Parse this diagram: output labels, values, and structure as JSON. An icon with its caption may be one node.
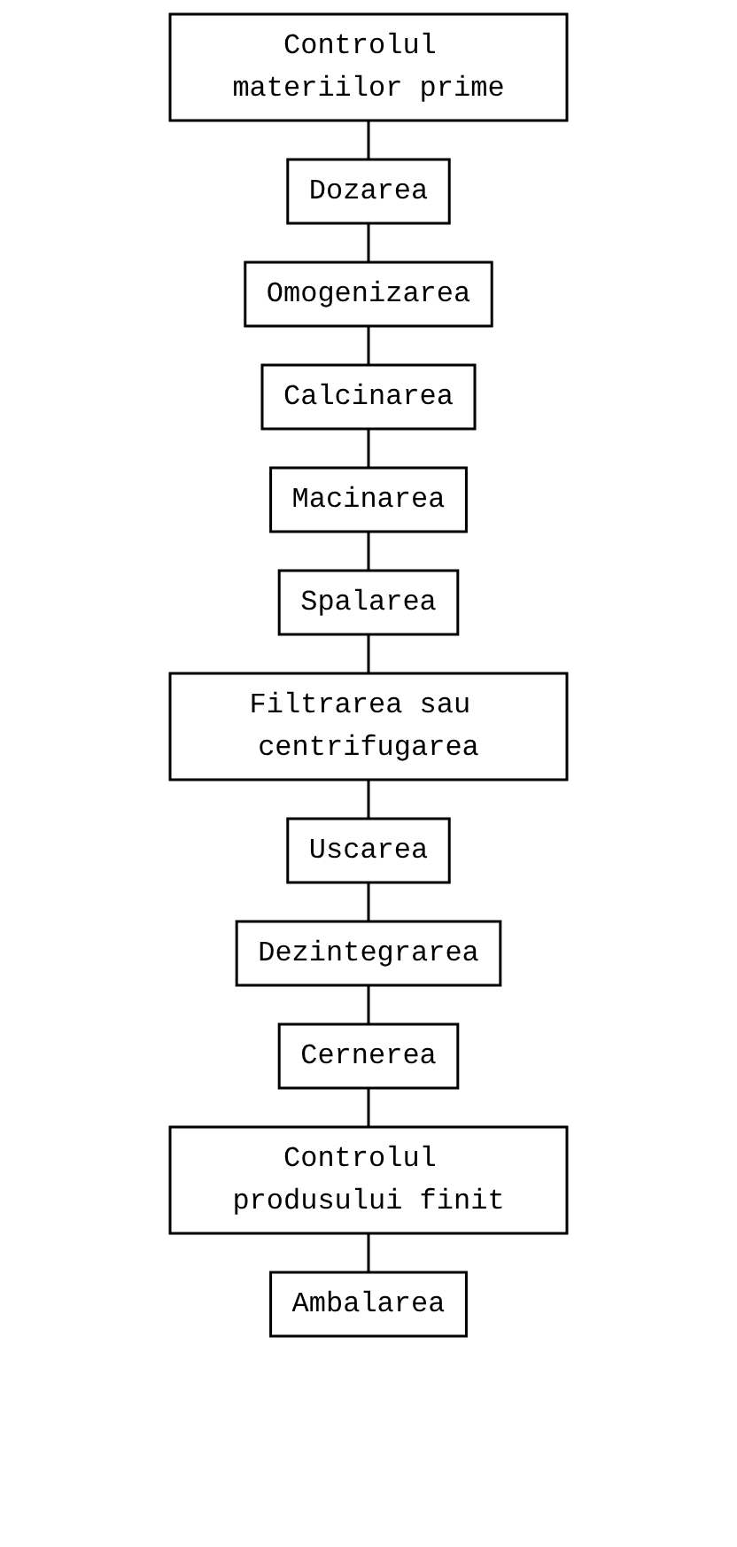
{
  "diagram": {
    "nodes": [
      {
        "text": [
          "Controlul materiilor prime"
        ]
      },
      {
        "text": [
          "Dozarea"
        ]
      },
      {
        "text": [
          "Omogenizarea"
        ]
      },
      {
        "text": [
          "Calcinarea"
        ]
      },
      {
        "text": [
          "Macinarea"
        ]
      },
      {
        "text": [
          "Spalarea"
        ]
      },
      {
        "text": [
          "Filtrarea sau centrifugarea"
        ]
      },
      {
        "text": [
          "Uscarea"
        ]
      },
      {
        "text": [
          "Dezintegrarea"
        ]
      },
      {
        "text": [
          "Cernerea"
        ]
      },
      {
        "text": [
          "Controlul produsului finit"
        ]
      },
      {
        "text": [
          "Ambalarea"
        ]
      }
    ],
    "edges": [
      {
        "from": 0,
        "to": 1,
        "arrow": "none"
      },
      {
        "from": 1,
        "to": 2,
        "arrow": "none"
      },
      {
        "from": 2,
        "to": 3,
        "arrow": "none"
      },
      {
        "from": 3,
        "to": 4,
        "arrow": "none"
      },
      {
        "from": 4,
        "to": 5,
        "arrow": "none"
      },
      {
        "from": 5,
        "to": 6,
        "arrow": "none"
      },
      {
        "from": 6,
        "to": 7,
        "arrow": "none"
      },
      {
        "from": 7,
        "to": 8,
        "arrow": "none"
      },
      {
        "from": 8,
        "to": 9,
        "arrow": "none"
      },
      {
        "from": 9,
        "to": 10,
        "arrow": "none"
      },
      {
        "from": 10,
        "to": 11,
        "arrow": "none"
      }
    ]
  }
}
